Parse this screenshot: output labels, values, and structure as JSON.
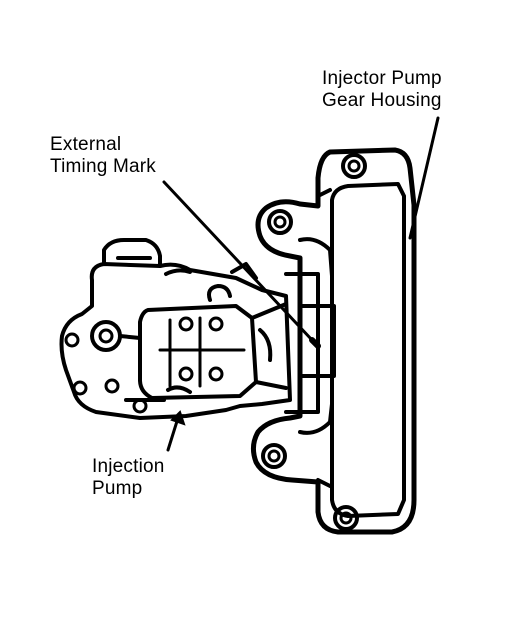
{
  "labels": {
    "gear_housing": [
      "Injector Pump",
      "Gear Housing"
    ],
    "timing_mark": [
      "External",
      "Timing Mark"
    ],
    "injection_pump": [
      "Injection",
      "Pump"
    ]
  },
  "colors": {
    "ink": "#000000",
    "paper": "#ffffff"
  }
}
